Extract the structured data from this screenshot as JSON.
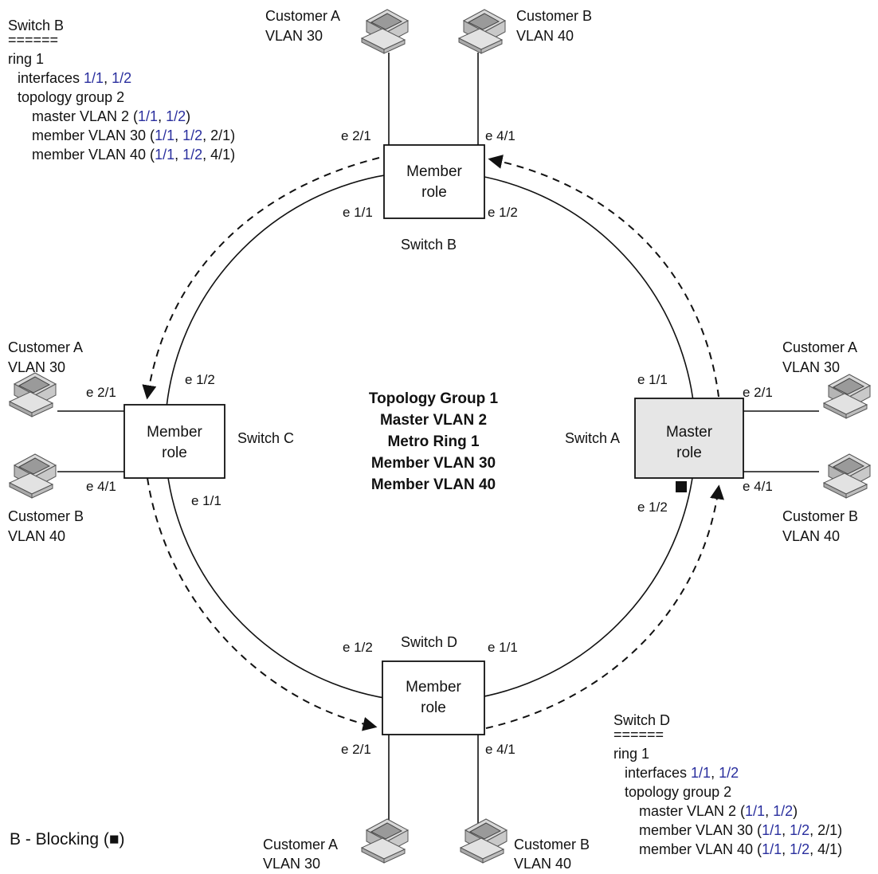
{
  "switches": {
    "b": {
      "name": "Switch B",
      "role": [
        "Member",
        "role"
      ],
      "port_up_left": "e 2/1",
      "port_up_right": "e 4/1",
      "port_ring_left": "e 1/1",
      "port_ring_right": "e 1/2"
    },
    "c": {
      "name": "Switch C",
      "role": [
        "Member",
        "role"
      ],
      "port_cust_top": "e 2/1",
      "port_cust_bottom": "e 4/1",
      "port_ring_top": "e 1/2",
      "port_ring_bottom": "e 1/1"
    },
    "a": {
      "name": "Switch A",
      "role": [
        "Master",
        "role"
      ],
      "port_cust_top": "e 2/1",
      "port_cust_bottom": "e 4/1",
      "port_ring_top": "e 1/1",
      "port_ring_bottom": "e 1/2"
    },
    "d": {
      "name": "Switch D",
      "role": [
        "Member",
        "role"
      ],
      "port_down_left": "e 2/1",
      "port_down_right": "e 4/1",
      "port_ring_left": "e 1/2",
      "port_ring_right": "e 1/1"
    }
  },
  "customers": {
    "top_a": [
      "Customer A",
      "VLAN 30"
    ],
    "top_b": [
      "Customer B",
      "VLAN 40"
    ],
    "left_a": [
      "Customer A",
      "VLAN 30"
    ],
    "left_b": [
      "Customer B",
      "VLAN 40"
    ],
    "right_a": [
      "Customer A",
      "VLAN 30"
    ],
    "right_b": [
      "Customer B",
      "VLAN 40"
    ],
    "bottom_a": [
      "Customer A",
      "VLAN 30"
    ],
    "bottom_b": [
      "Customer B",
      "VLAN 40"
    ]
  },
  "center_text": [
    "Topology Group 1",
    "Master VLAN 2",
    "Metro Ring 1",
    "Member VLAN 30",
    "Member VLAN 40"
  ],
  "legend": "B - Blocking (■)",
  "config_b": {
    "title": "Switch B",
    "rule": "======",
    "ring": "ring 1",
    "interfaces": [
      "interfaces ",
      "1/1",
      ", ",
      "1/2",
      ""
    ],
    "topology": "topology group 2",
    "master": [
      "master VLAN 2 (",
      "1/1",
      ", ",
      "1/2",
      ")"
    ],
    "member30": [
      "member VLAN 30 (",
      "1/1",
      ", ",
      "1/2",
      ", 2/1)"
    ],
    "member40": [
      "member VLAN 40 (",
      "1/1",
      ", ",
      "1/2",
      ", 4/1)"
    ]
  },
  "config_d": {
    "title": "Switch D",
    "rule": "======",
    "ring": "ring 1",
    "interfaces": [
      "interfaces ",
      "1/1",
      ", ",
      "1/2",
      ""
    ],
    "topology": "topology group 2",
    "master": [
      "master VLAN 2 (",
      "1/1",
      ", ",
      "1/2",
      ")"
    ],
    "member30": [
      "member VLAN 30 (",
      "1/1",
      ", ",
      "1/2",
      ", 2/1)"
    ],
    "member40": [
      "member VLAN 40 (",
      "1/1",
      ", ",
      "1/2",
      ", 4/1)"
    ]
  },
  "colors": {
    "interface_highlight": "#2a2f9e",
    "master_fill": "#e6e6e6",
    "line": "#111111"
  }
}
